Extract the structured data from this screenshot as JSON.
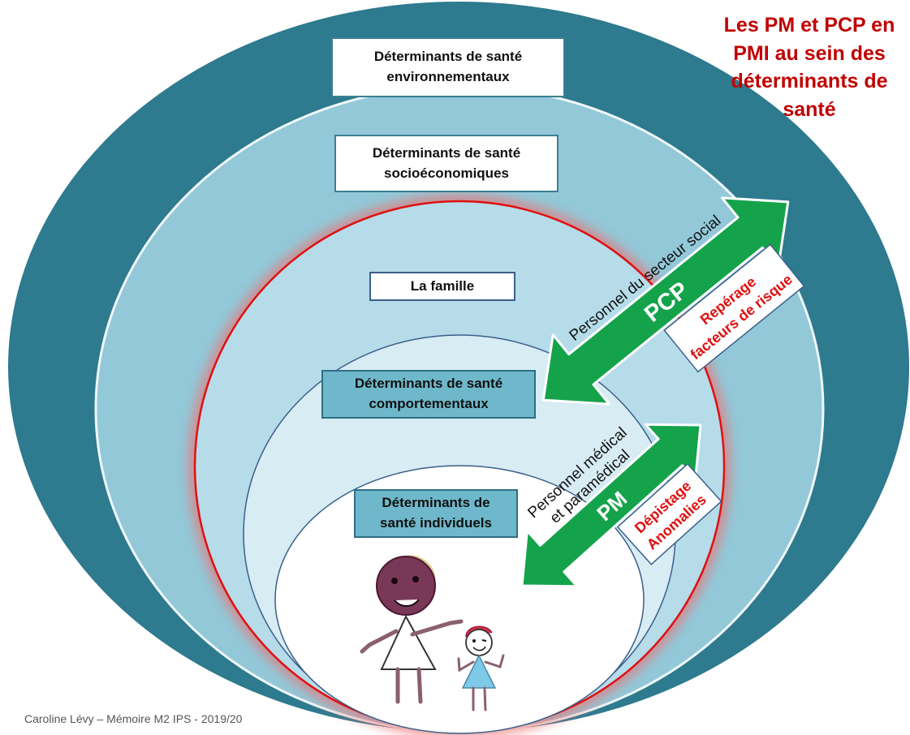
{
  "title": {
    "line1": "Les PM et PCP en",
    "line2": "PMI au sein des",
    "line3": "déterminants de",
    "line4": "santé"
  },
  "boxes": {
    "environmental": {
      "line1": "Déterminants de santé",
      "line2": "environnementaux"
    },
    "socioeconomic": {
      "line1": "Déterminants de santé",
      "line2": "socioéconomiques"
    },
    "family": {
      "line1": "La famille"
    },
    "behavioral": {
      "line1": "Déterminants de santé",
      "line2": "comportementaux"
    },
    "individual": {
      "line1": "Déterminants de",
      "line2": "santé individuels"
    }
  },
  "pcp_arrow": {
    "label": "PCP",
    "caption": "Personnel du secteur social",
    "note_line1": "Repérage",
    "note_line2": "facteurs de risque"
  },
  "pm_arrow": {
    "label": "PM",
    "caption_line1": "Personnel médical",
    "caption_line2": "et paramédical",
    "note_line1": "Dépistage",
    "note_line2": "Anomalies"
  },
  "footer": "Caroline Lévy – Mémoire M2 IPS - 2019/20",
  "colors": {
    "outer_ring": "#2e7a8e",
    "second_ring": "#92c8d8",
    "family_ring": "#b6dcea",
    "behavior_ring": "#d8ecf4",
    "individual_ring": "#ffffff",
    "family_border": "#e01010",
    "arrow": "#14a34a",
    "title": "#c00000",
    "note_text": "#e01010"
  },
  "illustration": "child-drawing-mother-and-child"
}
